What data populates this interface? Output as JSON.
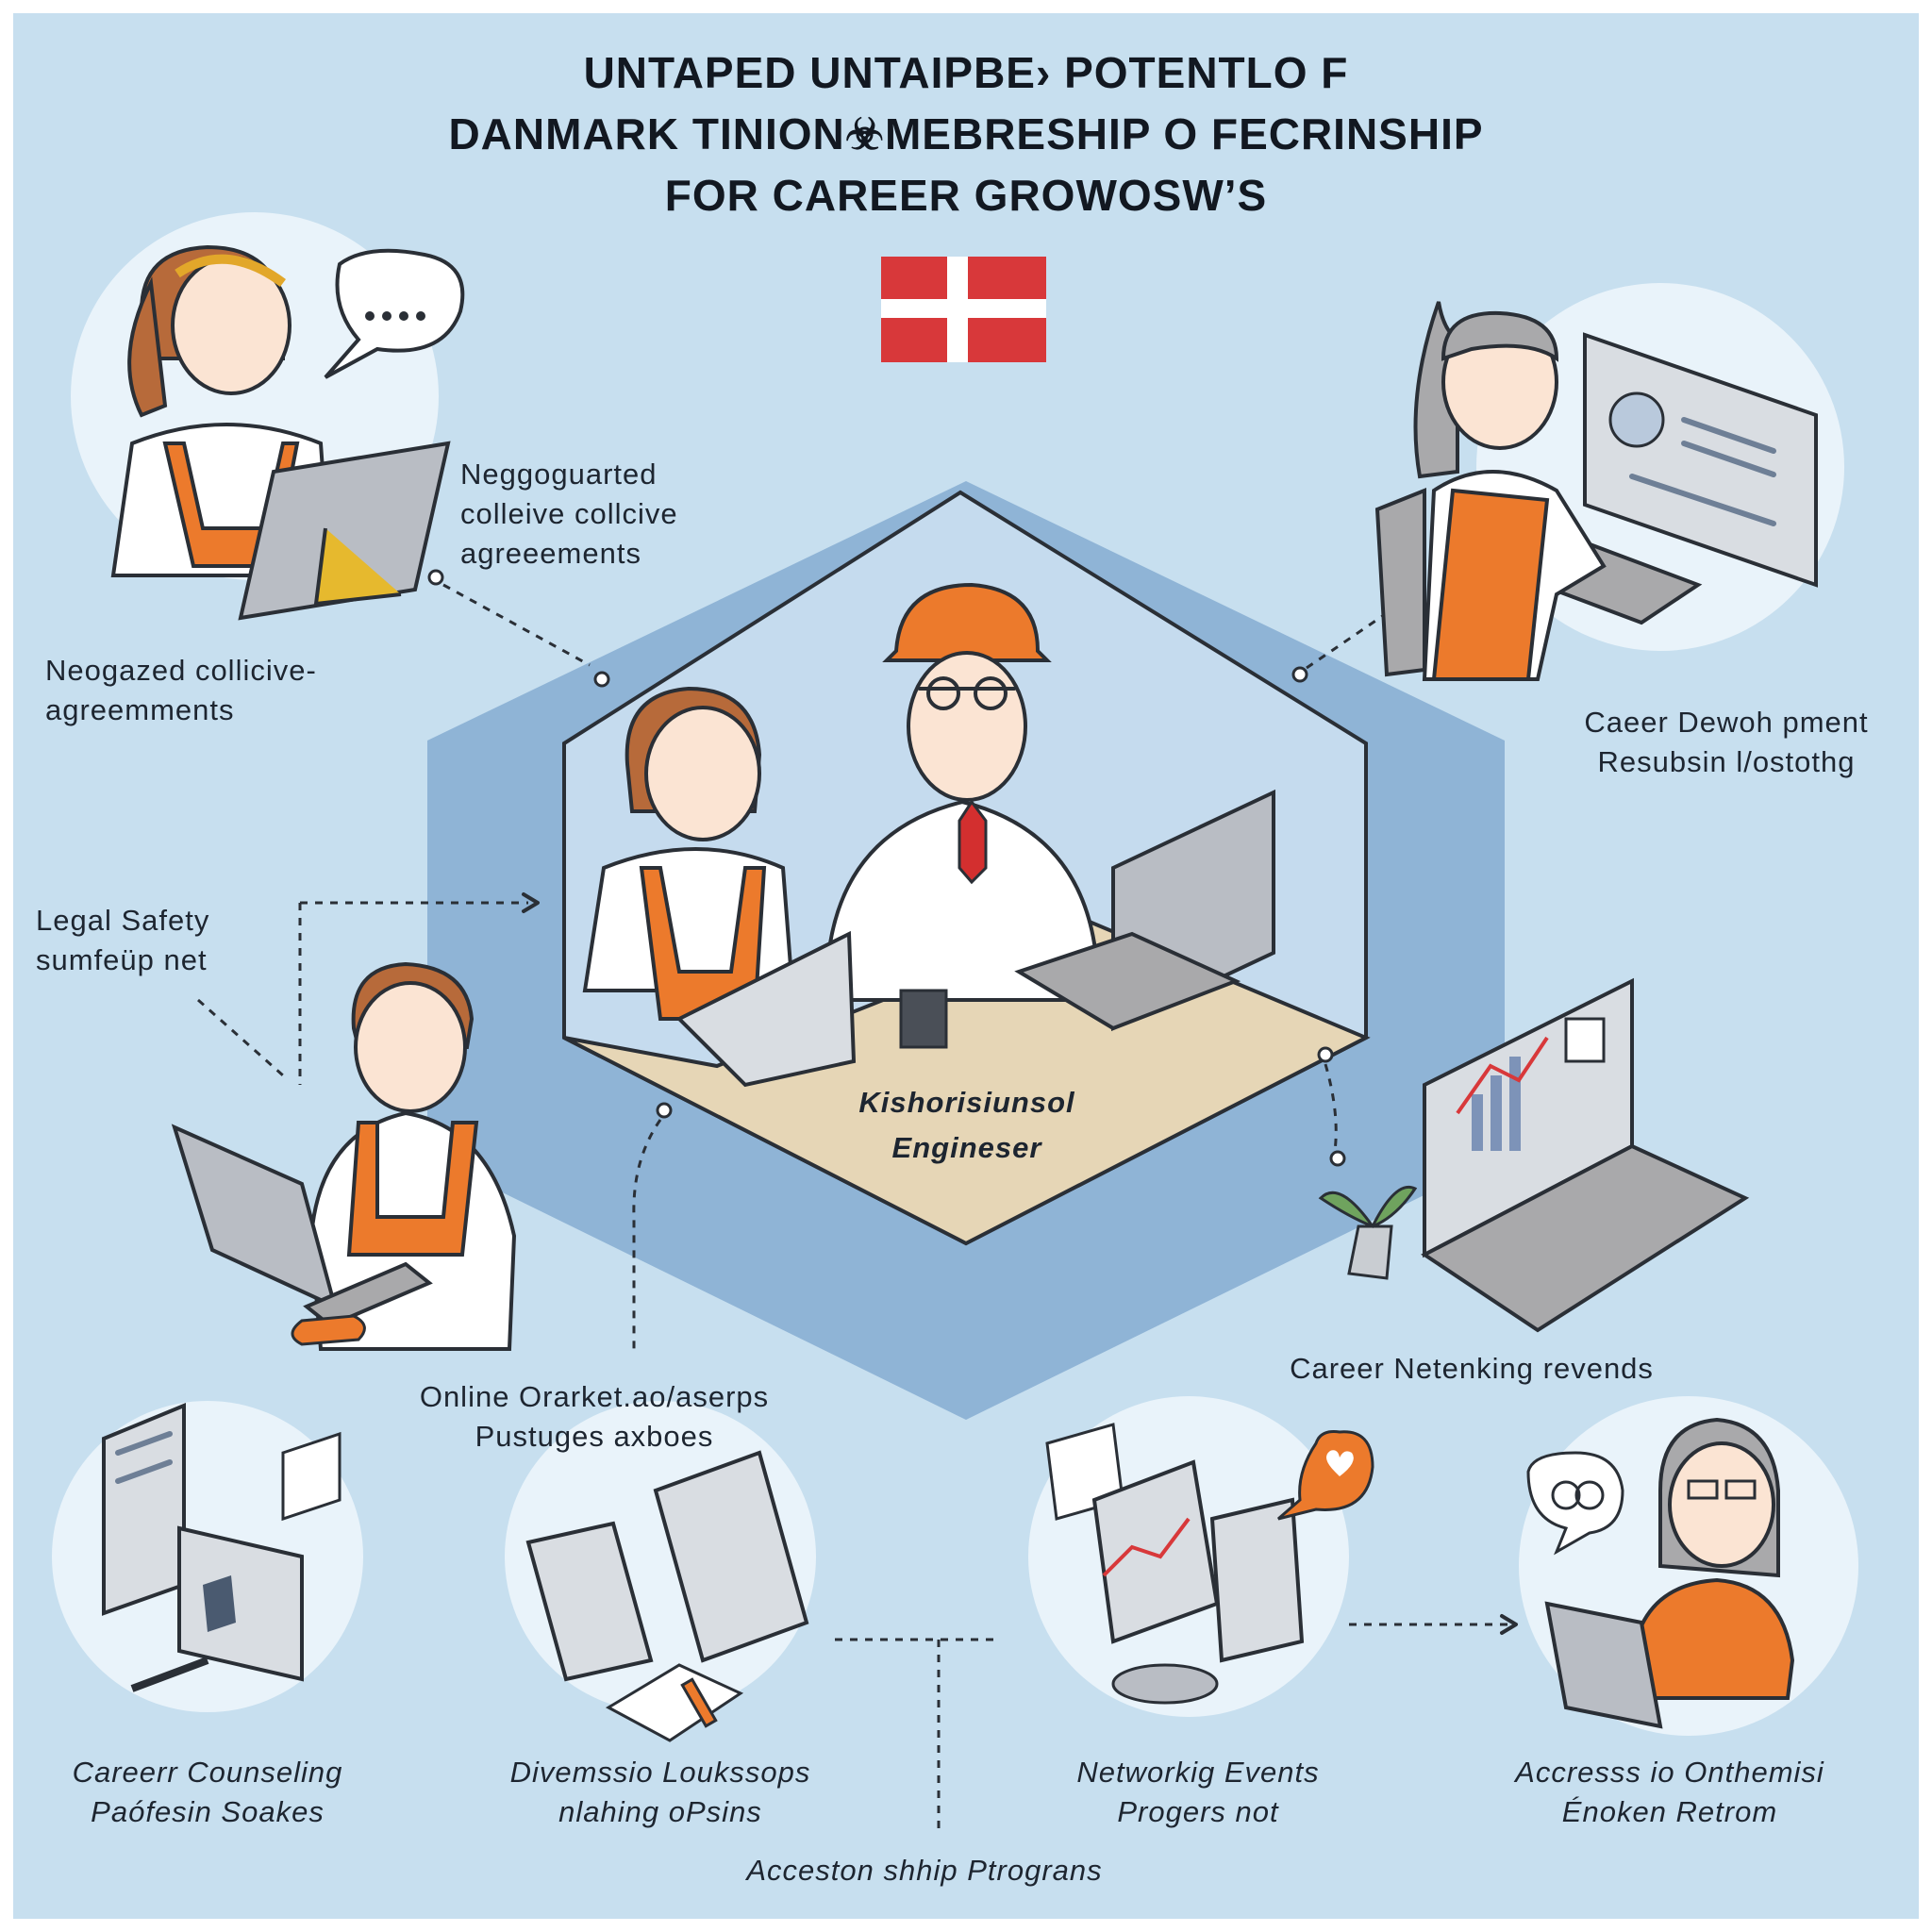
{
  "title": {
    "line1": "UNTAPED UNTAIPBE› POTENTLO F",
    "line2": "DANMARK TINION☣MEBRESHIP O FECRINSHIP",
    "line3": "FOR CAREER GROWOSW’S"
  },
  "flag": {
    "red": "#d8383a",
    "white": "#ffffff"
  },
  "center": {
    "label_line1": "Kishorisiunsol",
    "label_line2": "Engineser"
  },
  "nodes": {
    "top_left_inner": {
      "line1": "Neggoguarted",
      "line2": "colleive collcive",
      "line3": "agreeements"
    },
    "top_left_outer": {
      "line1": "Neogazed collicive-",
      "line2": "agreemments"
    },
    "top_right": {
      "line1": "Caeer Dewoh pment",
      "line2": "Resubsin l/ostothg"
    },
    "legal": {
      "line1": "Legal Safety",
      "line2": "sumfeüp net"
    },
    "right_mid": {
      "line1": "Career Netenking revends"
    },
    "bottom_center_upper": {
      "line1": "Online Orarket.ao/aserps",
      "line2": "Pustuges axboes"
    },
    "bottom_1": {
      "line1": "Careerr Counseling",
      "line2": "Paófesin Soakes"
    },
    "bottom_2": {
      "line1": "Divemssio Loukssops",
      "line2": "nlahing oPsins"
    },
    "bottom_3": {
      "line1": "Networkig Events",
      "line2": "Progers not"
    },
    "bottom_4": {
      "line1": "Accresss io Onthemisi",
      "line2": "Énoken Retrom"
    },
    "footer": {
      "line1": "Acceston shhip Ptrograns"
    }
  },
  "colors": {
    "background": "#c7dfef",
    "hexagon": "#8fb4d6",
    "accent_orange": "#ec7a2c",
    "tie_red": "#d32f2f",
    "ink": "#1d2530"
  },
  "icons": [
    "speech-bubble-icon",
    "heart-bubble-icon",
    "people-bubble-icon",
    "chart-icon",
    "plant-icon"
  ]
}
